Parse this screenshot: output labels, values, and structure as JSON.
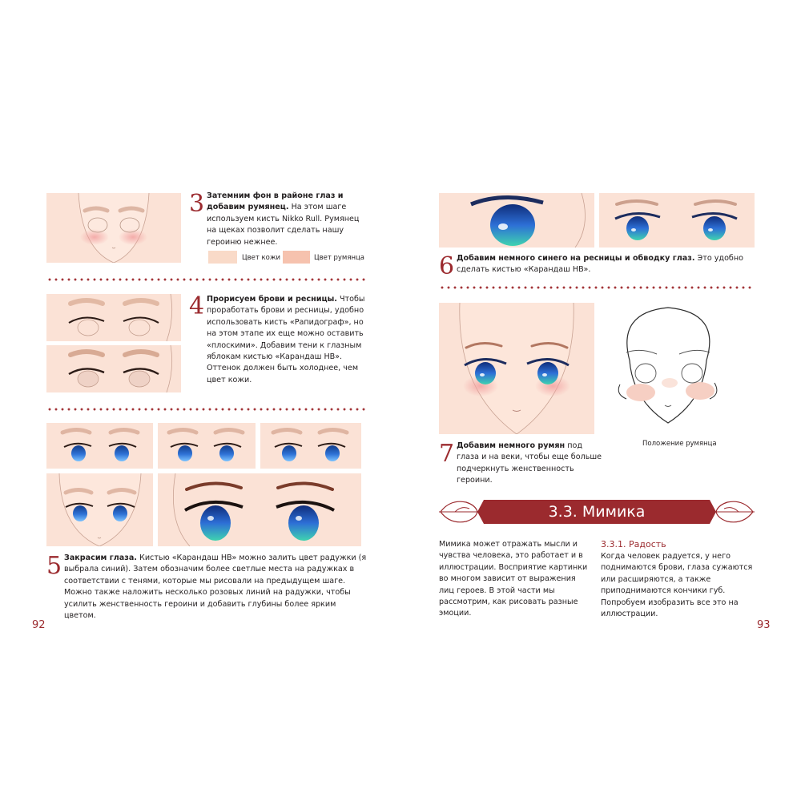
{
  "left_page": {
    "page_number": "92",
    "step3": {
      "number": "3",
      "title": "Затемним фон в районе глаз и добавим румянец.",
      "text": " На этом шаге используем кисть Nikko Rull. Румянец на щеках позволит сделать нашу героиню нежнее.",
      "swatch_skin_label": "Цвет кожи",
      "swatch_blush_label": "Цвет румянца",
      "swatch_skin_color": "#f9dac8",
      "swatch_blush_color": "#f6c2ae"
    },
    "step4": {
      "number": "4",
      "title": "Прорисуем брови и ресницы.",
      "text": " Чтобы проработать брови и ресницы, удобно использовать кисть «Рапидограф», но на этом этапе их еще можно оставить «плоскими». Добавим тени к глазным яблокам кистью «Карандаш HB». Оттенок должен быть холоднее, чем цвет кожи."
    },
    "step5": {
      "number": "5",
      "title": "Закрасим глаза.",
      "text": " Кистью «Карандаш HB» можно залить цвет радужки (я выбрала синий). Затем обозначим более светлые места на радужках в соответствии с тенями, которые мы рисовали на предыдущем шаге. Можно также наложить несколько розовых линий на радужки, чтобы усилить женственность героини и добавить глубины более ярким цветом."
    }
  },
  "right_page": {
    "page_number": "93",
    "step6": {
      "number": "6",
      "title": "Добавим немного синего на ресницы и обводку глаз.",
      "text": " Это удобно сделать кистью «Карандаш HB»."
    },
    "step7": {
      "number": "7",
      "title": "Добавим немного румян",
      "text": " под глаза и на веки, чтобы еще больше подчеркнуть женственность героини.",
      "sketch_caption": "Положение румянца"
    },
    "section": {
      "title": "3.3. Мимика",
      "intro": "Мимика может отражать мысли и чувства человека, это работает и в иллюстрации. Восприятие картинки во многом зависит от выражения лиц героев. В этой части мы рассмотрим, как рисовать разные эмоции.",
      "subsection_title": "3.3.1. Радость",
      "subsection_text": "Когда человек радуется, у него поднимаются брови, глаза сужаются или расширяются, а также приподнимаются кончики губ. Попробуем изобразить все это на иллюстрации."
    }
  },
  "colors": {
    "accent": "#9b2a2e",
    "skin": "#fbe2d6",
    "iris": "#2f6fd0"
  }
}
